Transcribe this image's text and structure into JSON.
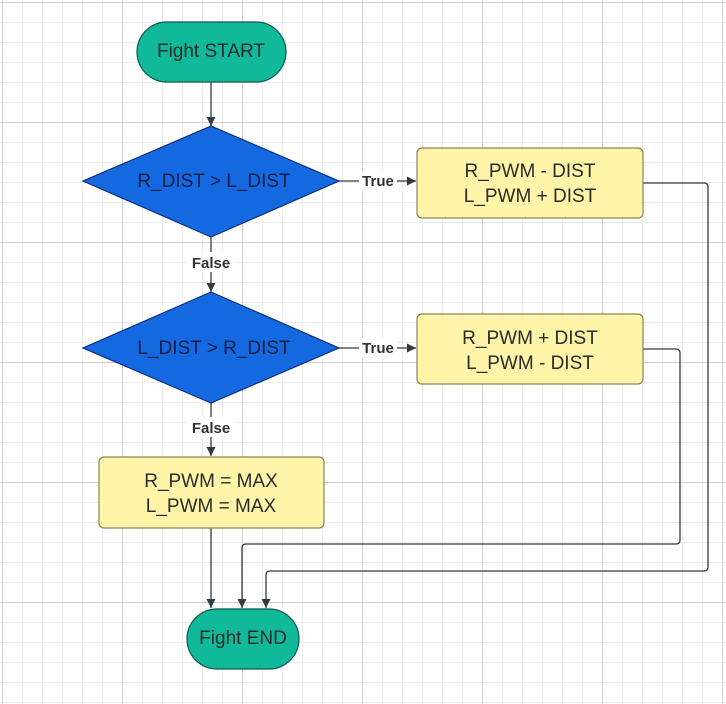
{
  "colors": {
    "terminal_fill": "#10b99a",
    "terminal_stroke": "#0b5c4e",
    "decision_fill": "#1569e0",
    "decision_stroke": "#0d2f7a",
    "process_fill": "#fff5a8",
    "process_stroke": "#8a8455",
    "connector": "#333a40"
  },
  "nodes": {
    "start": {
      "label": "Fight START"
    },
    "decision1": {
      "label": "R_DIST > L_DIST"
    },
    "process1": {
      "line1": "R_PWM - DIST",
      "line2": "L_PWM + DIST"
    },
    "decision2": {
      "label": "L_DIST > R_DIST"
    },
    "process2": {
      "line1": "R_PWM + DIST",
      "line2": "L_PWM - DIST"
    },
    "process3": {
      "line1": "R_PWM = MAX",
      "line2": "L_PWM = MAX"
    },
    "end": {
      "label": "Fight END"
    }
  },
  "edges": {
    "d1_true": "True",
    "d1_false": "False",
    "d2_true": "True",
    "d2_false": "False"
  }
}
